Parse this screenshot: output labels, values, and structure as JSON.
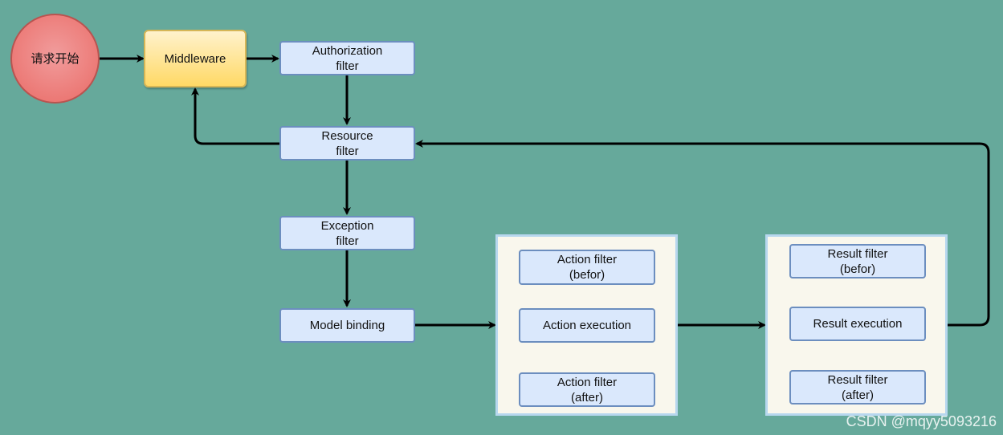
{
  "colors": {
    "background": "#66a99b",
    "node_fill": "#dae8fc",
    "node_border": "#6c8ebf",
    "start_fill": "#ea6b66",
    "middleware_fill": "#ffd966",
    "group_fill": "#f9f7ed",
    "group_border": "#b7d7ee",
    "edge": "#000000"
  },
  "nodes": {
    "start": "请求开始",
    "middleware": "Middleware",
    "authorization": "Authorization\nfilter",
    "resource": "Resource\nfilter",
    "exception": "Exception\nfilter",
    "model_binding": "Model binding",
    "action_before": "Action filter\n(befor)",
    "action_execution": "Action execution",
    "action_after": "Action filter\n(after)",
    "result_before": "Result filter\n(befor)",
    "result_execution": "Result execution",
    "result_after": "Result filter\n(after)"
  },
  "watermark": "CSDN @mqyy5093216"
}
